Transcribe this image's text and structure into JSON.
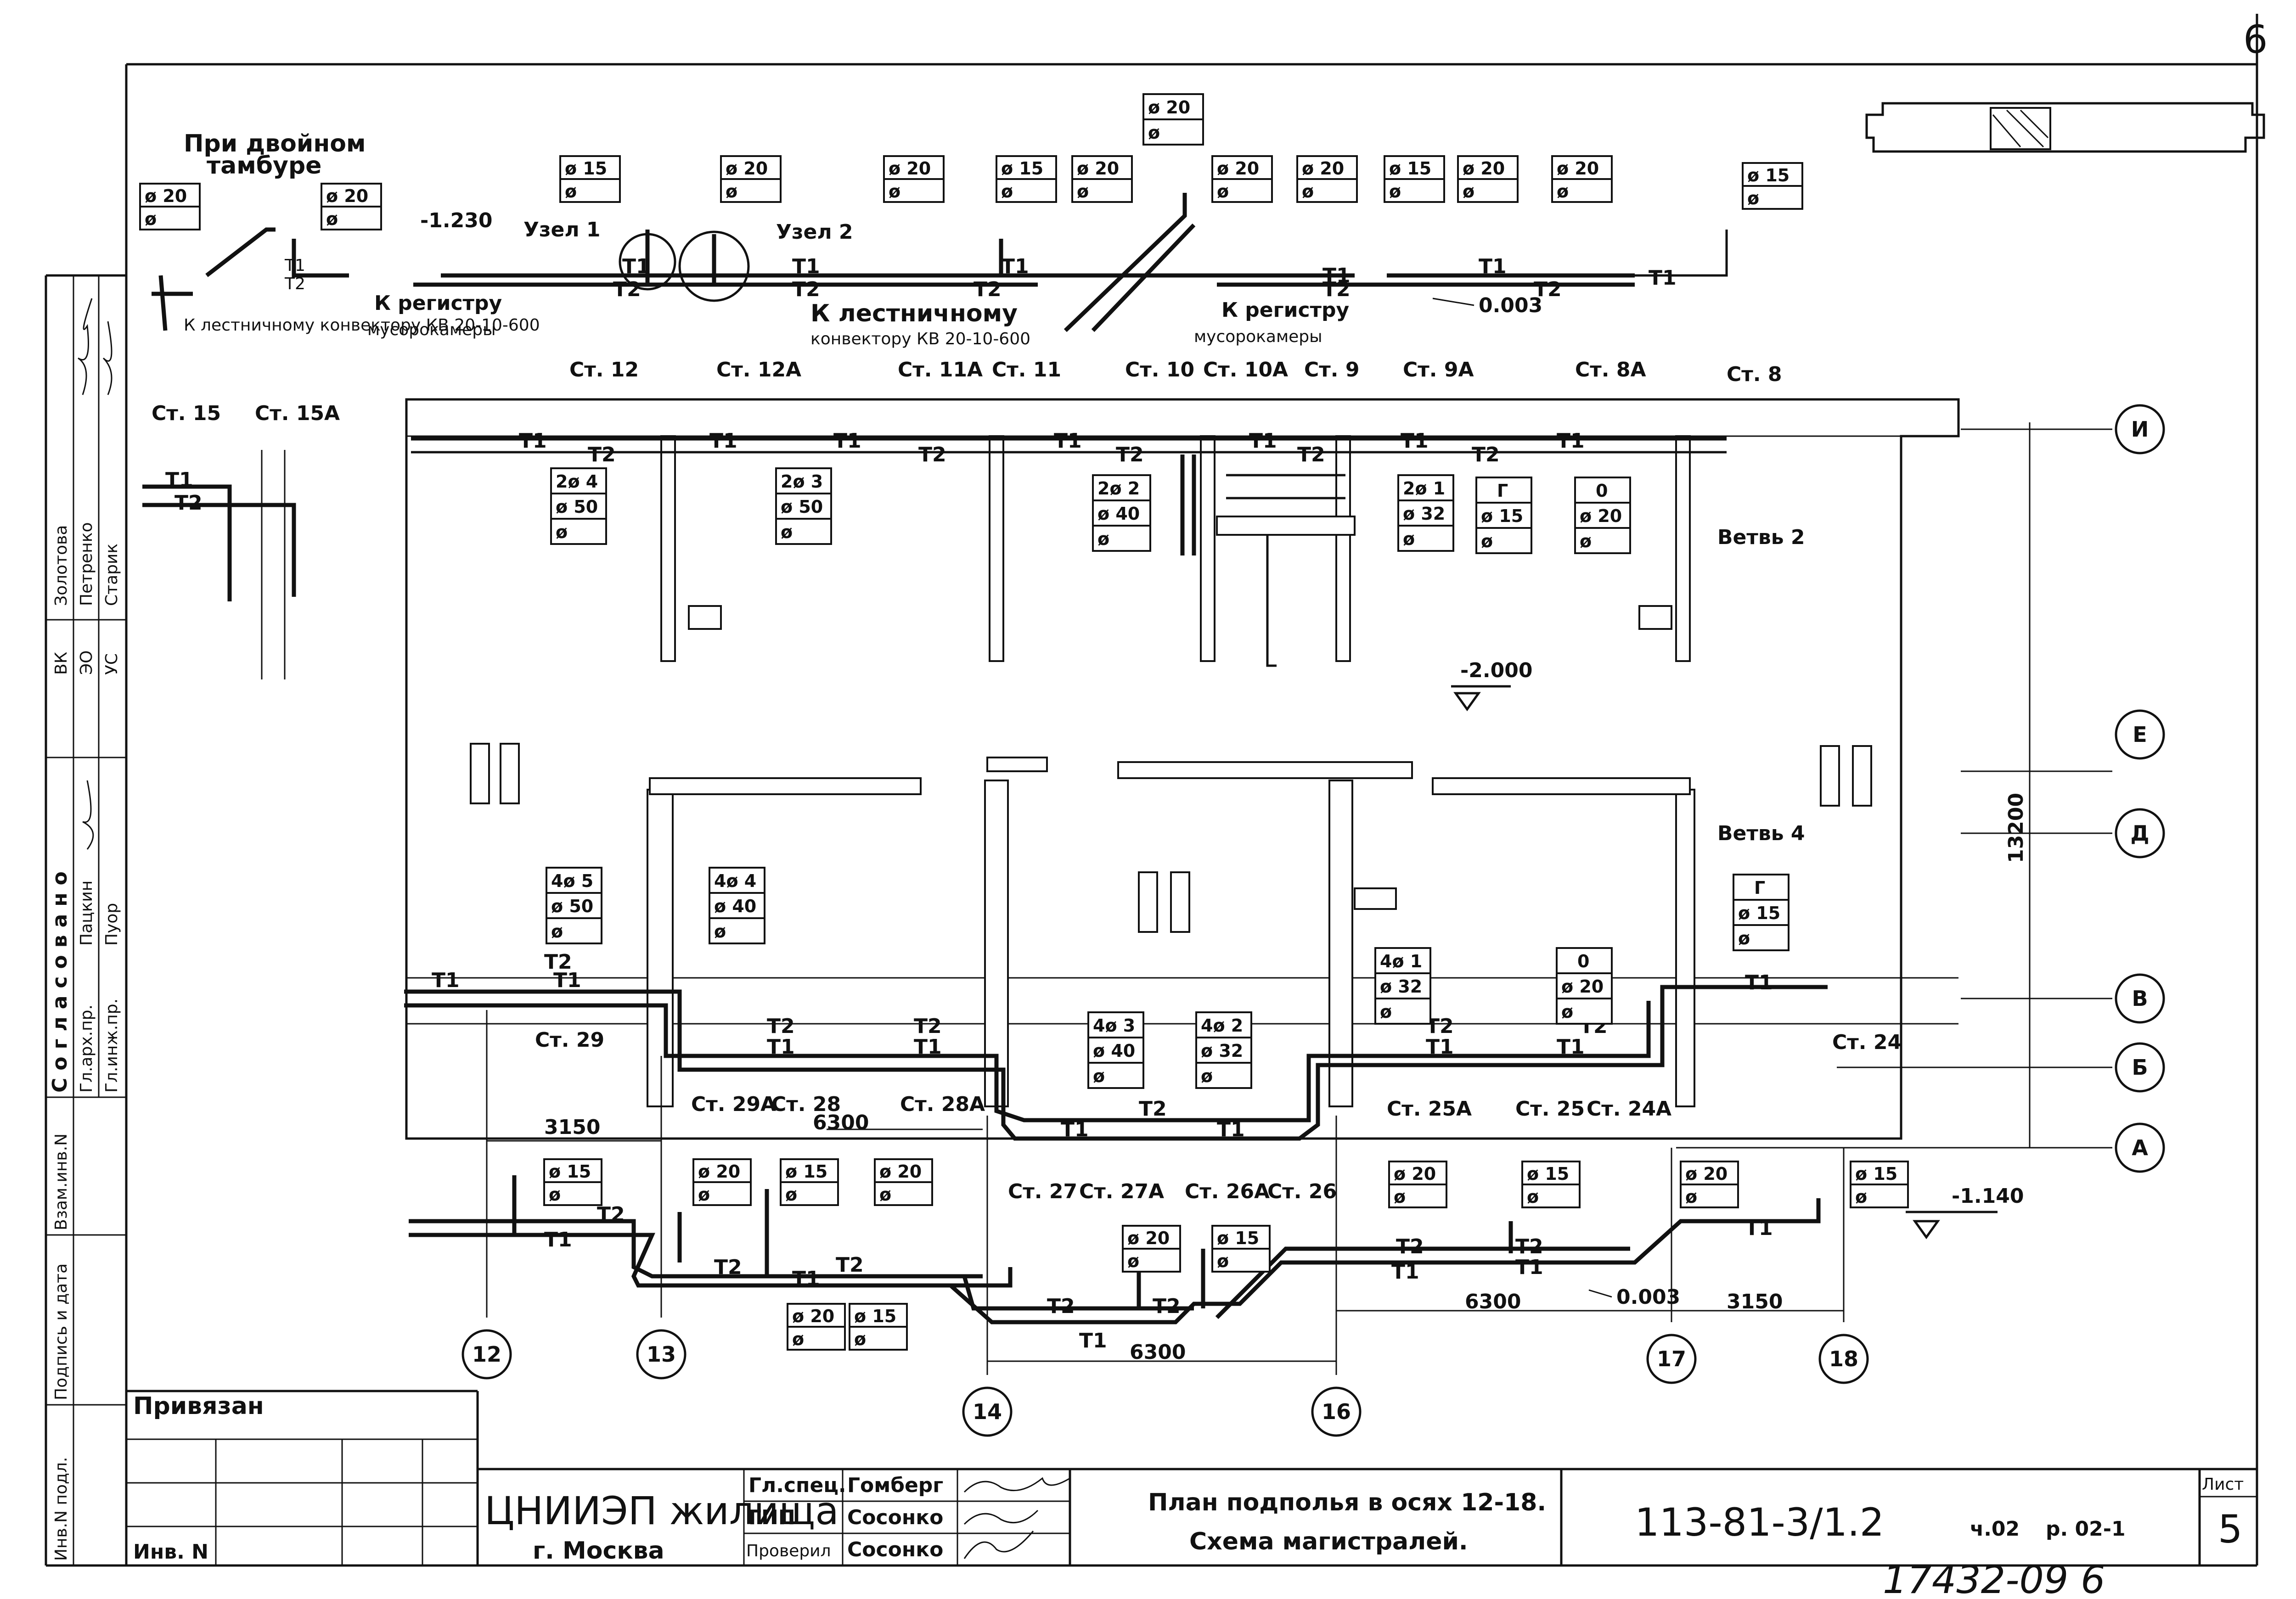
{
  "sheet": {
    "corner_number": "6",
    "stamp_number": "17432-09 6"
  },
  "title_block": {
    "privyazan": "Привязан",
    "inv_no": "Инв. N",
    "org_name": "ЦНИИЭП жилища",
    "org_city": "г. Москва",
    "roles": [
      {
        "role": "Гл.спец.",
        "name": "Гомберг"
      },
      {
        "role": "ГИП",
        "name": "Сосонко"
      },
      {
        "role": "Проверил",
        "name": "Сосонко"
      }
    ],
    "title_line1": "План подполья в осях 12-18.",
    "title_line2": "Схема магистралей.",
    "code": "113-81-3/1.2",
    "part": "ч.02",
    "section": "р. 02-1",
    "sheet_label": "Лист",
    "sheet_no": "5"
  },
  "side_block": {
    "soglasovano": "Согласовано",
    "row1": [
      "ВК",
      "ЭО",
      "УС"
    ],
    "row1_names": [
      "Золотова",
      "Петренко",
      "Старик"
    ],
    "row2": [
      "Гл.арх.пр.",
      "Гл.инж.пр."
    ],
    "row2_names": [
      "Пацкин",
      "Пуор"
    ],
    "vzam_inv": "Взам.инв.N",
    "podpis": "Подпись и дата",
    "inv_podl": "Инв.N подл."
  },
  "notes": {
    "dvoinom": "При двойном",
    "tambure": "тамбуре",
    "kl_konv": "К лестничному конвектору КВ 20-10-600",
    "k_lestn": "К лестничному",
    "konv_kv": "конвектору КВ 20-10-600",
    "k_reg": "К регистру",
    "musor": "мусорокамеры",
    "uzel1": "Узел 1",
    "uzel2": "Узел 2",
    "vetv2": "Ветвь 2",
    "vetv4": "Ветвь 4"
  },
  "levels": {
    "l1230": "-1.230",
    "l2000": "-2.000",
    "l1140": "-1.140",
    "slope1": "0.003",
    "slope2": "0.003"
  },
  "dims": {
    "d3150a": "3150",
    "d6300a": "6300",
    "d6300b": "6300",
    "d6300c": "6300",
    "d3150b": "3150",
    "d13200": "13200"
  },
  "axes": {
    "col": [
      "12",
      "13",
      "14",
      "16",
      "17",
      "18"
    ],
    "row": [
      "И",
      "Е",
      "Д",
      "В",
      "Б",
      "А"
    ]
  },
  "pipes": {
    "t1": "Т1",
    "t2": "Т2"
  },
  "risers": [
    "Ст. 12",
    "Ст. 12А",
    "Ст. 11А",
    "Ст. 11",
    "Ст. 10",
    "Ст. 10А",
    "Ст. 9",
    "Ст. 9А",
    "Ст. 8А",
    "Ст. 8",
    "Ст. 15",
    "Ст. 15А",
    "Ст. 29",
    "Ст. 29А",
    "Ст. 28",
    "Ст. 28А",
    "Ст. 27",
    "Ст. 27А",
    "Ст. 26А",
    "Ст. 26",
    "Ст. 25А",
    "Ст. 25",
    "Ст. 24А",
    "Ст. 24"
  ],
  "tags": {
    "t20a": [
      "ø 20",
      "ø"
    ],
    "t20b": [
      "ø 20",
      "ø"
    ],
    "t15a": [
      "ø 15",
      "ø"
    ],
    "t20c": [
      "ø 20",
      "ø"
    ],
    "t20d": [
      "ø 20",
      "ø"
    ],
    "t15b": [
      "ø 15",
      "ø"
    ],
    "t20e": [
      "ø 20",
      "ø"
    ],
    "t20f": [
      "ø 20",
      "ø"
    ],
    "t20g": [
      "ø 20",
      "ø"
    ],
    "t20h": [
      "ø 20",
      "ø"
    ],
    "t15c": [
      "ø 15",
      "ø"
    ],
    "t20i": [
      "ø 20",
      "ø"
    ],
    "t20j": [
      "ø 20",
      "ø"
    ],
    "t15d": [
      "ø 15",
      "ø"
    ],
    "m24": [
      "2ø 4",
      "ø 50",
      "ø"
    ],
    "m23": [
      "2ø 3",
      "ø 50",
      "ø"
    ],
    "m22": [
      "2ø 2",
      "ø 40",
      "ø"
    ],
    "m21": [
      "2ø 1",
      "ø 32",
      "ø"
    ],
    "mg1": [
      "Г",
      "ø 15",
      "ø"
    ],
    "m01": [
      "0",
      "ø 20",
      "ø"
    ],
    "m45": [
      "4ø 5",
      "ø 50",
      "ø"
    ],
    "m44": [
      "4ø 4",
      "ø 40",
      "ø"
    ],
    "m43": [
      "4ø 3",
      "ø 40",
      "ø"
    ],
    "m42": [
      "4ø 2",
      "ø 32",
      "ø"
    ],
    "m41": [
      "4ø 1",
      "ø 32",
      "ø"
    ],
    "m02": [
      "0",
      "ø 20",
      "ø"
    ],
    "mg2": [
      "Г",
      "ø 15",
      "ø"
    ],
    "b15a": [
      "ø 15",
      "ø"
    ],
    "b20a": [
      "ø 20",
      "ø"
    ],
    "b15b": [
      "ø 15",
      "ø"
    ],
    "b20b": [
      "ø 20",
      "ø"
    ],
    "b20c": [
      "ø 20",
      "ø"
    ],
    "b15c": [
      "ø 15",
      "ø"
    ],
    "b20d": [
      "ø 20",
      "ø"
    ],
    "b15d": [
      "ø 15",
      "ø"
    ],
    "b20e": [
      "ø 20",
      "ø"
    ],
    "b15e": [
      "ø 15",
      "ø"
    ],
    "b20f": [
      "ø 20",
      "ø"
    ],
    "b15f": [
      "ø 15",
      "ø"
    ]
  }
}
